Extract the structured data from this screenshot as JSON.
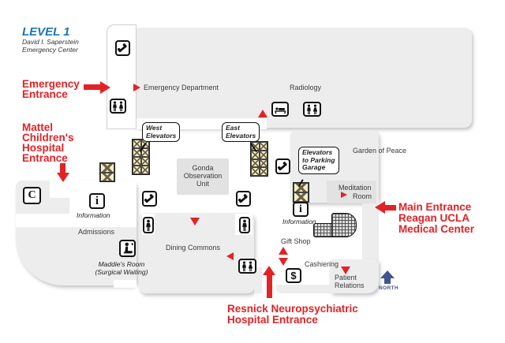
{
  "header": {
    "level": "LEVEL 1",
    "facility_line1": "David I. Saperstein",
    "facility_line2": "Emergency Center"
  },
  "entrances": {
    "emergency": {
      "line1": "Emergency",
      "line2": "Entrance"
    },
    "mattel": {
      "line1": "Mattel",
      "line2": "Children's",
      "line3": "Hospital",
      "line4": "Entrance"
    },
    "main": {
      "line1": "Main Entrance",
      "line2": "Reagan UCLA",
      "line3": "Medical Center"
    },
    "resnick": {
      "line1": "Resnick Neuropsychiatric",
      "line2": "Hospital Entrance"
    }
  },
  "areas": {
    "emergency_department": "Emergency Department",
    "radiology": "Radiology",
    "garden_of_peace": "Garden of Peace",
    "meditation_line1": "Meditation",
    "meditation_line2": "Room",
    "gonda_line1": "Gonda",
    "gonda_line2": "Observation",
    "gonda_line3": "Unit",
    "admissions": "Admissions",
    "dining_commons": "Dining Commons",
    "gift_shop": "Gift Shop",
    "cashiering": "Cashiering",
    "patient_line1": "Patient",
    "patient_line2": "Relations",
    "information": "Information",
    "maddies_line1": "Maddie's Room",
    "maddies_line2": "(Surgical Waiting)"
  },
  "callouts": {
    "west_line1": "West",
    "west_line2": "Elevators",
    "east_line1": "East",
    "east_line2": "Elevators",
    "parking_line1": "Elevators",
    "parking_line2": "to Parking",
    "parking_line3": "Garage"
  },
  "icons": {
    "chapel": "C",
    "information": "i",
    "cashier": "$"
  },
  "compass": {
    "label": "NORTH"
  },
  "colors": {
    "red": "#e32226",
    "blue": "#1b75bc",
    "north_blue": "#41548c",
    "building_gray": "#ededed"
  }
}
